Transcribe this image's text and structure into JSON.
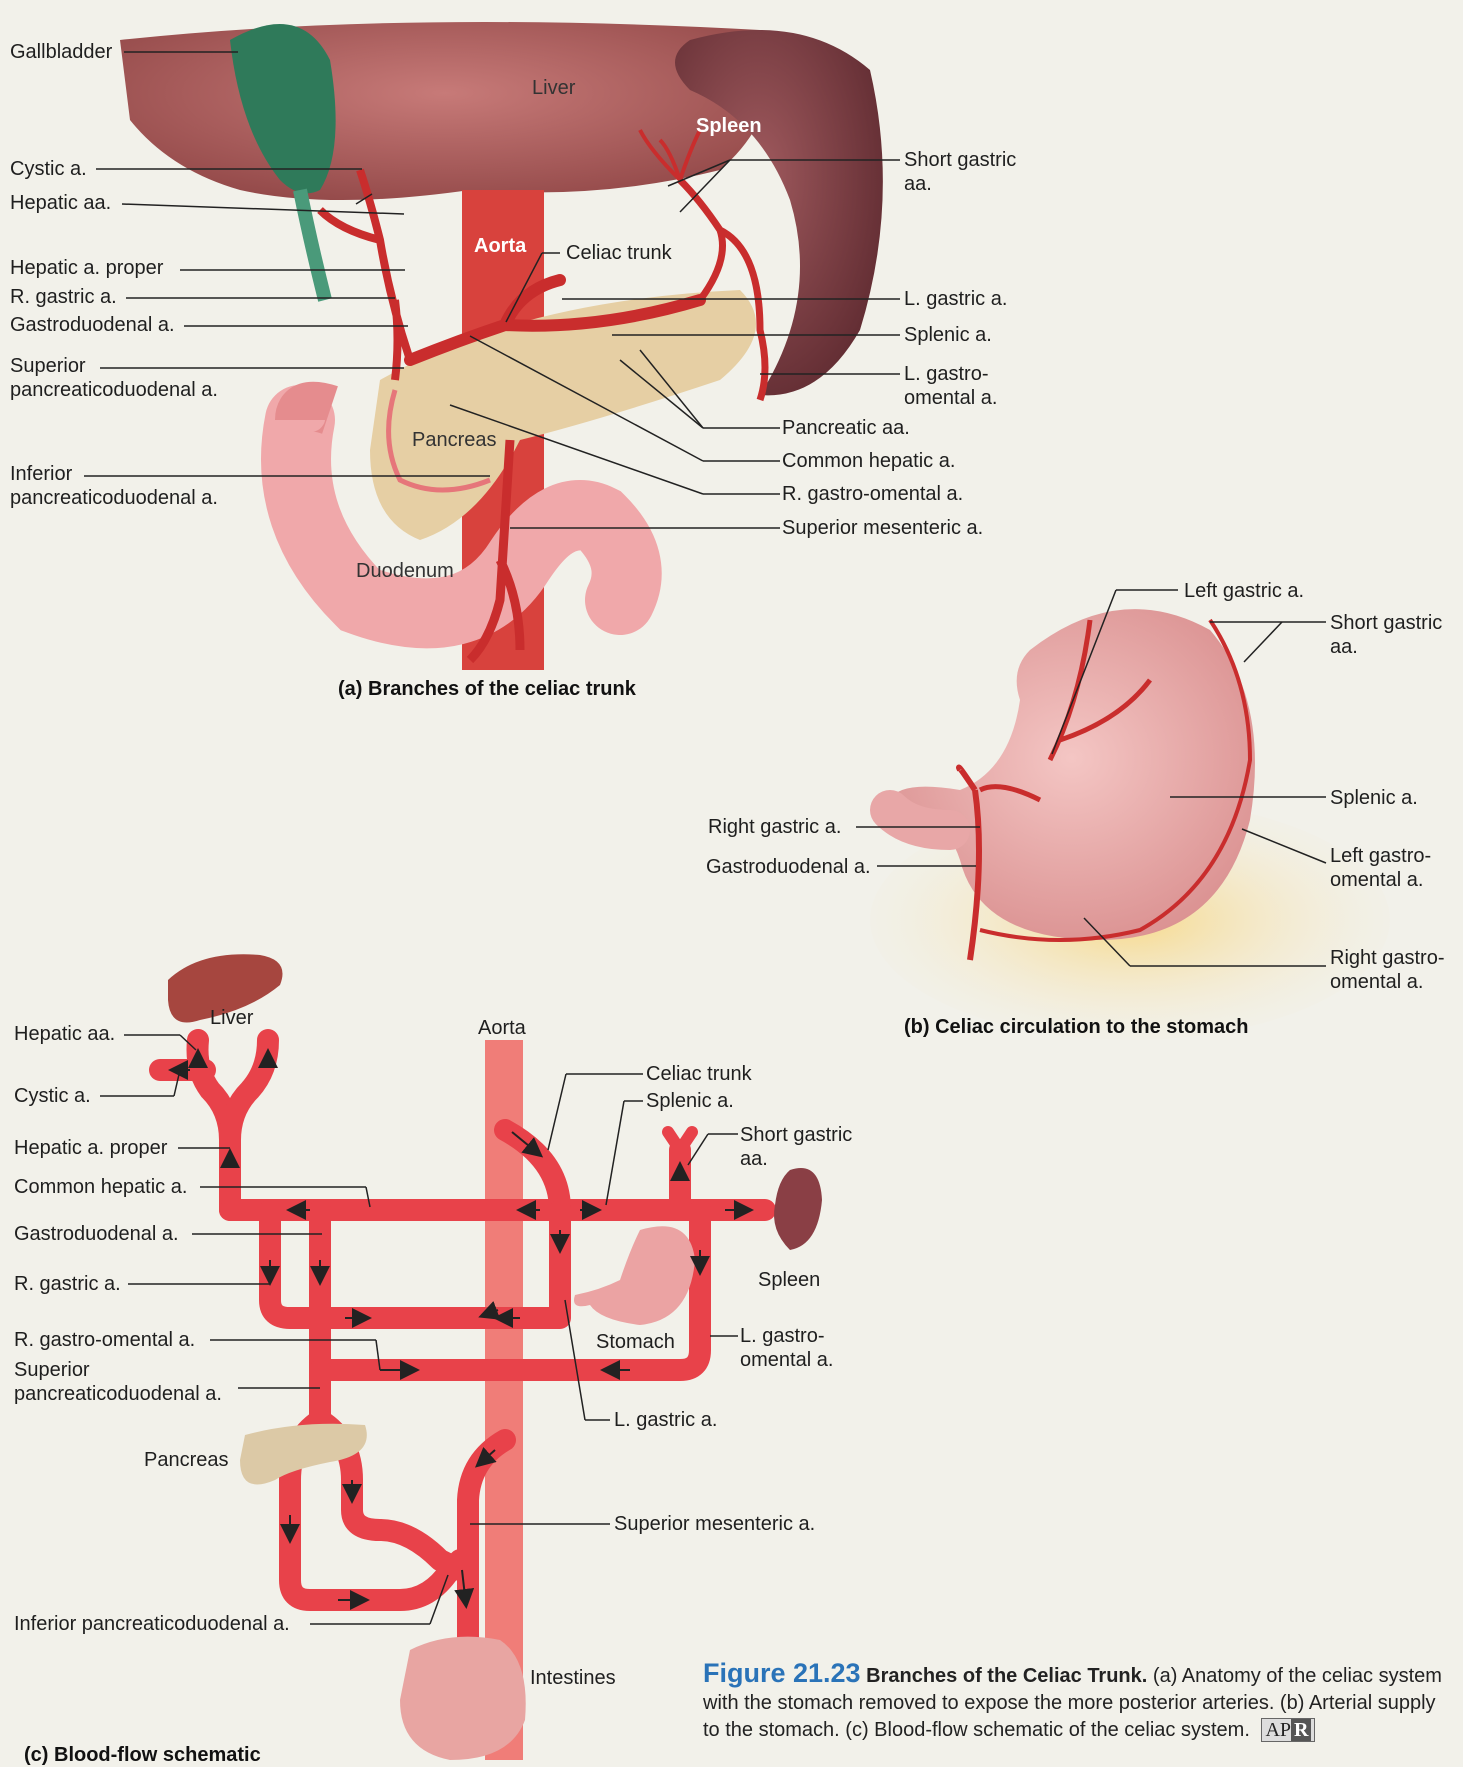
{
  "panel_a": {
    "caption": "(a) Branches of the celiac trunk",
    "image_labels": {
      "liver": "Liver",
      "spleen": "Spleen",
      "aorta": "Aorta",
      "pancreas": "Pancreas",
      "duodenum": "Duodenum"
    },
    "left_labels": {
      "gallbladder": "Gallbladder",
      "cystic": "Cystic a.",
      "hepatic_aa": "Hepatic aa.",
      "hepatic_proper": "Hepatic a. proper",
      "r_gastric": "R. gastric a.",
      "gastroduodenal": "Gastroduodenal a.",
      "sup_pd": "Superior pancreaticoduodenal a.",
      "inf_pd": "Inferior pancreaticoduodenal a."
    },
    "right_labels": {
      "celiac_trunk": "Celiac trunk",
      "short_gastric": "Short gastric aa.",
      "l_gastric": "L. gastric a.",
      "splenic": "Splenic a.",
      "l_gastro_omental": "L. gastro- omental a.",
      "pancreatic": "Pancreatic aa.",
      "common_hepatic": "Common hepatic a.",
      "r_gastro_omental": "R. gastro-omental a.",
      "sup_mesenteric": "Superior mesenteric a."
    }
  },
  "panel_b": {
    "caption": "(b) Celiac circulation to the stomach",
    "labels": {
      "left_gastric": "Left gastric a.",
      "short_gastric": "Short gastric aa.",
      "splenic": "Splenic a.",
      "left_gastro_omental": "Left gastro- omental a.",
      "right_gastro_omental": "Right gastro- omental a.",
      "right_gastric": "Right gastric a.",
      "gastroduodenal": "Gastroduodenal a."
    }
  },
  "panel_c": {
    "caption": "(c) Blood-flow schematic",
    "labels": {
      "liver": "Liver",
      "aorta": "Aorta",
      "hepatic_aa": "Hepatic aa.",
      "cystic": "Cystic a.",
      "hepatic_proper": "Hepatic a. proper",
      "common_hepatic": "Common hepatic a.",
      "gastroduodenal": "Gastroduodenal a.",
      "r_gastric": "R. gastric a.",
      "r_gastro_omental": "R. gastro-omental a.",
      "sup_pd": "Superior pancreaticoduodenal a.",
      "pancreas": "Pancreas",
      "inf_pd": "Inferior pancreaticoduodenal a.",
      "celiac_trunk": "Celiac trunk",
      "splenic": "Splenic a.",
      "short_gastric": "Short gastric aa.",
      "spleen": "Spleen",
      "stomach": "Stomach",
      "l_gastro_omental": "L. gastro- omental a.",
      "l_gastric": "L. gastric a.",
      "sup_mesenteric": "Superior mesenteric a.",
      "intestines": "Intestines"
    }
  },
  "figure": {
    "number": "Figure 21.23",
    "title": "Branches of the Celiac Trunk.",
    "text": "(a) Anatomy of the celiac system with the stomach removed to expose the more posterior arteries. (b) Arterial supply to the stomach. (c) Blood-flow schematic of the celiac system.",
    "badge_ap": "AP",
    "badge_r": "R"
  },
  "colors": {
    "artery": "#e8424a",
    "aorta_pale": "#f07d78",
    "background": "#f2f1ea",
    "figure_number": "#2a73b8"
  }
}
